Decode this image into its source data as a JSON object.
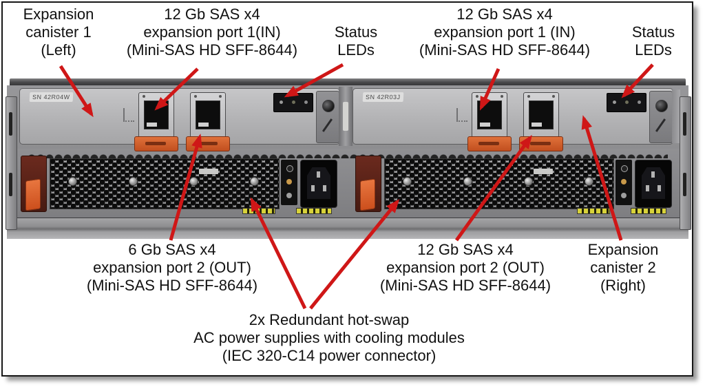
{
  "colors": {
    "arrow_red": "#cf1717",
    "label_text": "#111111",
    "frame_border": "#161616",
    "latch_orange": "#d95f2b",
    "chassis_gray": "#97979a"
  },
  "callouts": {
    "canister1": {
      "lines": [
        "Expansion",
        "canister 1",
        "(Left)"
      ]
    },
    "port1_left": {
      "lines": [
        "12 Gb SAS x4",
        "expansion port 1(IN)",
        "(Mini-SAS HD SFF-8644)"
      ]
    },
    "status_left": {
      "lines": [
        "Status",
        "LEDs"
      ]
    },
    "port1_right": {
      "lines": [
        "12 Gb SAS x4",
        "expansion port 1 (IN)",
        "(Mini-SAS HD SFF-8644)"
      ]
    },
    "status_right": {
      "lines": [
        "Status",
        "LEDs"
      ]
    },
    "port2_left": {
      "lines": [
        "6 Gb SAS x4",
        "expansion port 2 (OUT)",
        "(Mini-SAS HD SFF-8644)"
      ]
    },
    "port2_right": {
      "lines": [
        "12 Gb SAS x4",
        "expansion port 2 (OUT)",
        "(Mini-SAS HD SFF-8644)"
      ]
    },
    "canister2": {
      "lines": [
        "Expansion",
        "canister 2",
        "(Right)"
      ]
    },
    "power": {
      "lines": [
        "2x Redundant hot-swap",
        "AC power supplies with cooling modules",
        "(IEC 320-C14 power connector)"
      ]
    }
  },
  "hardware": {
    "canister1_serial": "SN 42R04W",
    "canister2_serial": "SN 42R03J"
  }
}
